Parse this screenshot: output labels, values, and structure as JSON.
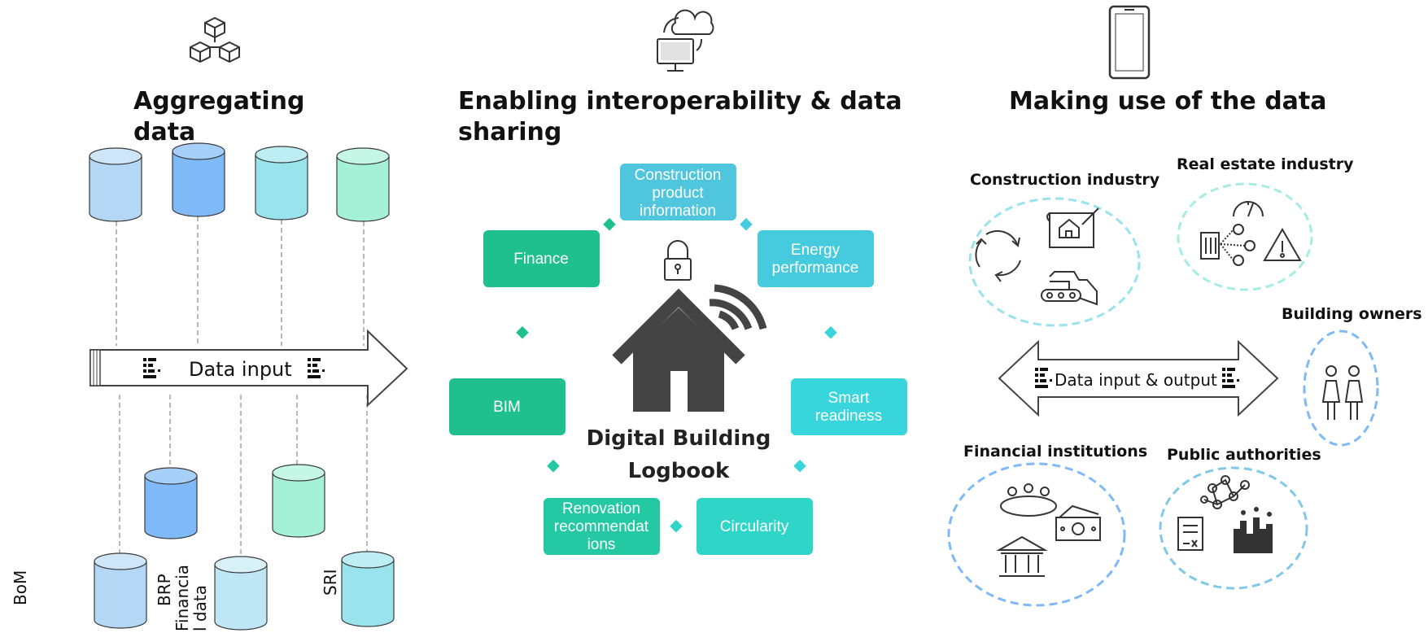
{
  "sections": {
    "aggregating": {
      "title_line1": "Aggregating",
      "title_line2": "data"
    },
    "interoperability": {
      "title_line1": "Enabling interoperability & data",
      "title_line2": "sharing"
    },
    "use": {
      "title": "Making use of the data"
    }
  },
  "left": {
    "data_input_label": "Data input",
    "bottom_labels": {
      "bom": "BoM",
      "brp_line1": "BRP",
      "brp_line2": "Financia",
      "brp_line3": "l data",
      "sri": "SRI"
    },
    "colors": {
      "blue_light": "#b3d7f5",
      "blue": "#7fb9f7",
      "teal": "#99e3ec",
      "mint": "#a5f1d8"
    }
  },
  "center": {
    "boxes": {
      "construction": {
        "line1": "Construction",
        "line2": "product",
        "line3": "information"
      },
      "finance": "Finance",
      "energy": {
        "line1": "Energy",
        "line2": "performance"
      },
      "bim": "BIM",
      "smart": {
        "line1": "Smart",
        "line2": "readiness"
      },
      "renovation": {
        "line1": "Renovation",
        "line2": "recommendat",
        "line3": "ions"
      },
      "circularity": "Circularity"
    },
    "logbook": {
      "line1": "Digital Building",
      "line2": "Logbook"
    },
    "colors": {
      "teal_blue": "#4fc6de",
      "green": "#20c08e",
      "aqua": "#38d6cf"
    }
  },
  "right": {
    "groups": {
      "construction_industry": "Construction industry",
      "real_estate": "Real estate industry",
      "building_owners": "Building owners",
      "financial": "Financial institutions",
      "public": "Public authorities"
    },
    "arrow_label": "Data input & output"
  }
}
